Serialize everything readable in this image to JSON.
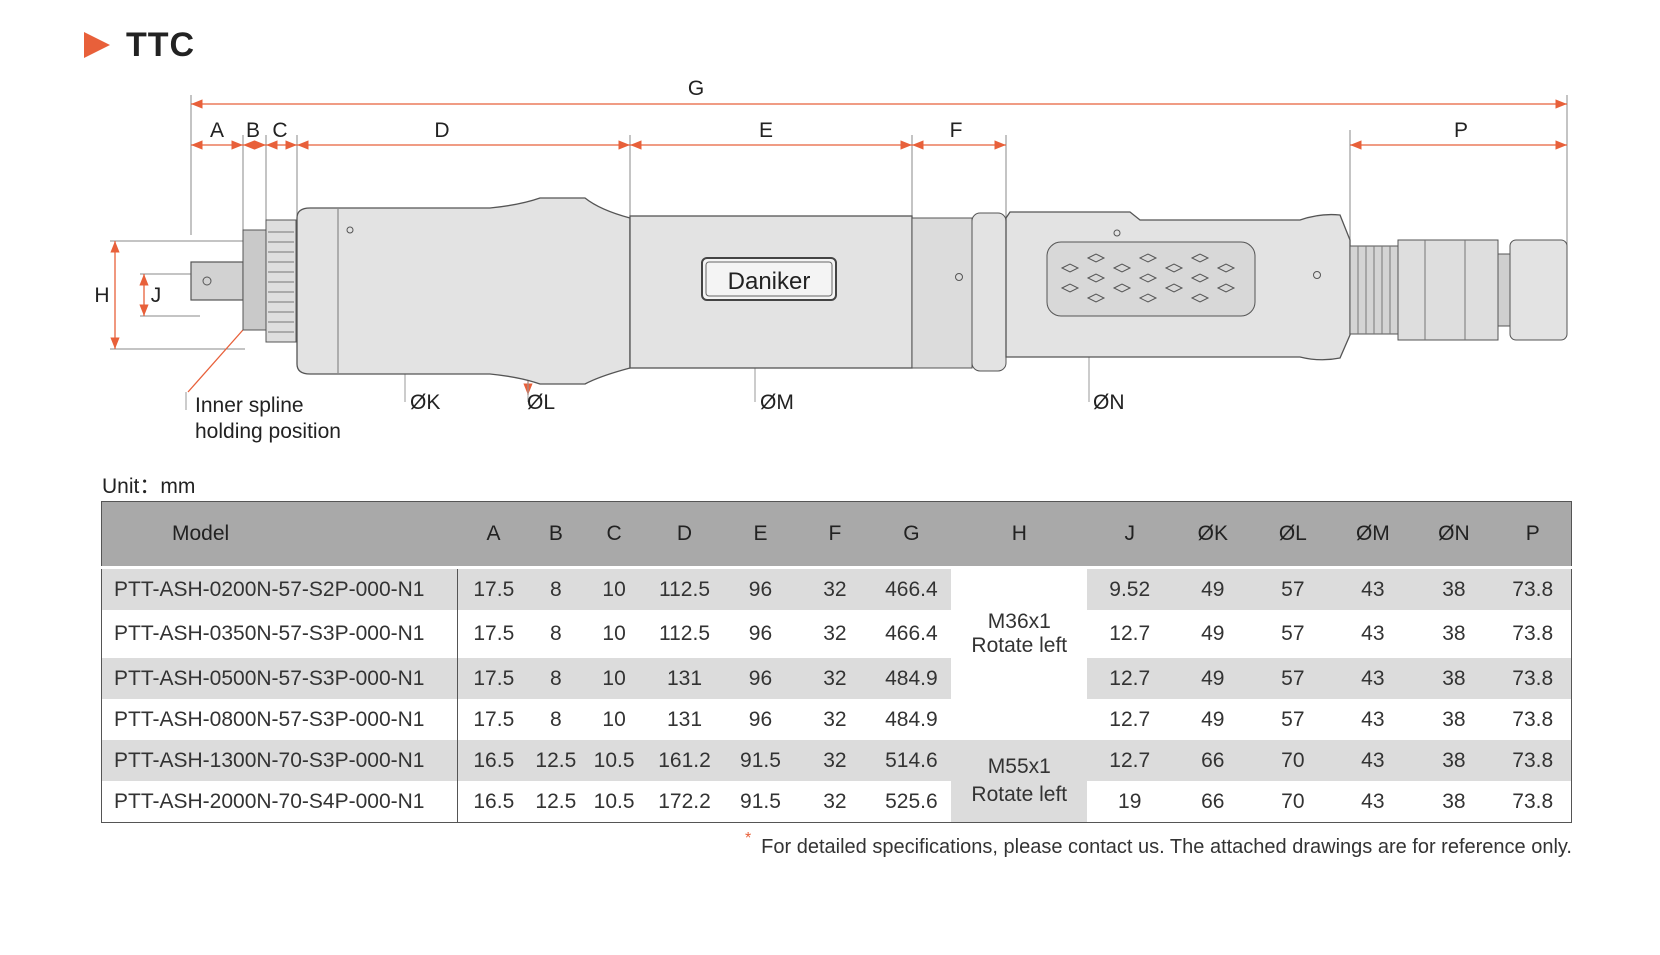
{
  "header": {
    "title": "TTC",
    "arrow_color": "#e8603a"
  },
  "drawing": {
    "dim_labels": {
      "G": "G",
      "A": "A",
      "B": "B",
      "C": "C",
      "D": "D",
      "E": "E",
      "F": "F",
      "P": "P",
      "H": "H",
      "J": "J",
      "K": "ØK",
      "L": "ØL",
      "M": "ØM",
      "N": "ØN"
    },
    "callout_line1": "Inner spline",
    "callout_line2": "holding position",
    "brand": "Daniker",
    "dim_color": "#e8603a"
  },
  "unit": "Unit：mm",
  "table": {
    "headers": [
      "Model",
      "A",
      "B",
      "C",
      "D",
      "E",
      "F",
      "G",
      "H",
      "J",
      "ØK",
      "ØL",
      "ØM",
      "ØN",
      "P"
    ],
    "rows": [
      {
        "model": "PTT-ASH-0200N-57-S2P-000-N1",
        "A": "17.5",
        "B": "8",
        "C": "10",
        "D": "112.5",
        "E": "96",
        "F": "32",
        "G": "466.4",
        "J": "9.52",
        "K": "49",
        "L": "57",
        "M": "43",
        "N": "38",
        "P": "73.8"
      },
      {
        "model": "PTT-ASH-0350N-57-S3P-000-N1",
        "A": "17.5",
        "B": "8",
        "C": "10",
        "D": "112.5",
        "E": "96",
        "F": "32",
        "G": "466.4",
        "J": "12.7",
        "K": "49",
        "L": "57",
        "M": "43",
        "N": "38",
        "P": "73.8"
      },
      {
        "model": "PTT-ASH-0500N-57-S3P-000-N1",
        "A": "17.5",
        "B": "8",
        "C": "10",
        "D": "131",
        "E": "96",
        "F": "32",
        "G": "484.9",
        "J": "12.7",
        "K": "49",
        "L": "57",
        "M": "43",
        "N": "38",
        "P": "73.8"
      },
      {
        "model": "PTT-ASH-0800N-57-S3P-000-N1",
        "A": "17.5",
        "B": "8",
        "C": "10",
        "D": "131",
        "E": "96",
        "F": "32",
        "G": "484.9",
        "J": "12.7",
        "K": "49",
        "L": "57",
        "M": "43",
        "N": "38",
        "P": "73.8"
      },
      {
        "model": "PTT-ASH-1300N-70-S3P-000-N1",
        "A": "16.5",
        "B": "12.5",
        "C": "10.5",
        "D": "161.2",
        "E": "91.5",
        "F": "32",
        "G": "514.6",
        "J": "12.7",
        "K": "66",
        "L": "70",
        "M": "43",
        "N": "38",
        "P": "73.8"
      },
      {
        "model": "PTT-ASH-2000N-70-S4P-000-N1",
        "A": "16.5",
        "B": "12.5",
        "C": "10.5",
        "D": "172.2",
        "E": "91.5",
        "F": "32",
        "G": "525.6",
        "J": "19",
        "K": "66",
        "L": "70",
        "M": "43",
        "N": "38",
        "P": "73.8"
      }
    ],
    "h_group_1": {
      "line1": "M36x1",
      "line2": "Rotate left"
    },
    "h_group_2": {
      "line1": "M55x1",
      "line2": "Rotate left"
    },
    "header_bg": "#a9a9a9",
    "shade_bg": "#dcdcdc"
  },
  "footnote": {
    "star": "*",
    "text": "For detailed specifications, please contact us. The attached drawings are for reference only."
  }
}
